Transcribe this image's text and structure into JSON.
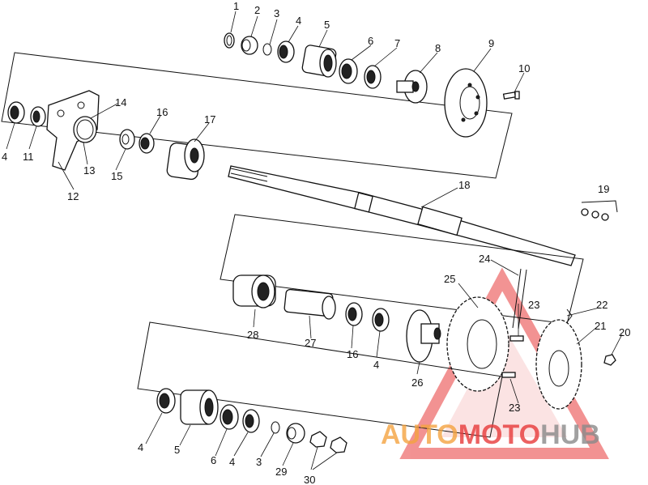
{
  "labels": {
    "p1": "1",
    "p2": "2",
    "p3": "3",
    "p4a": "4",
    "p5a": "5",
    "p6a": "6",
    "p7": "7",
    "p8": "8",
    "p9": "9",
    "p10": "10",
    "p14": "14",
    "p16a": "16",
    "p17": "17",
    "p4b": "4",
    "p11": "11",
    "p12": "12",
    "p13": "13",
    "p15": "15",
    "p18": "18",
    "p19": "19",
    "p24": "24",
    "p25": "25",
    "p22": "22",
    "p21": "21",
    "p20": "20",
    "p23a": "23",
    "p23b": "23",
    "p28": "28",
    "p27": "27",
    "p16b": "16",
    "p4c": "4",
    "p26": "26",
    "p4d": "4",
    "p5b": "5",
    "p6b": "6",
    "p4e": "4",
    "p3b": "3",
    "p29": "29",
    "p30": "30"
  },
  "watermark": {
    "part1": "AUTO",
    "part2": "MOTO",
    "part3": "HUB",
    "color_orange": "#f4a340",
    "color_red": "#e83a3a",
    "color_gray": "#8a8a8a"
  }
}
